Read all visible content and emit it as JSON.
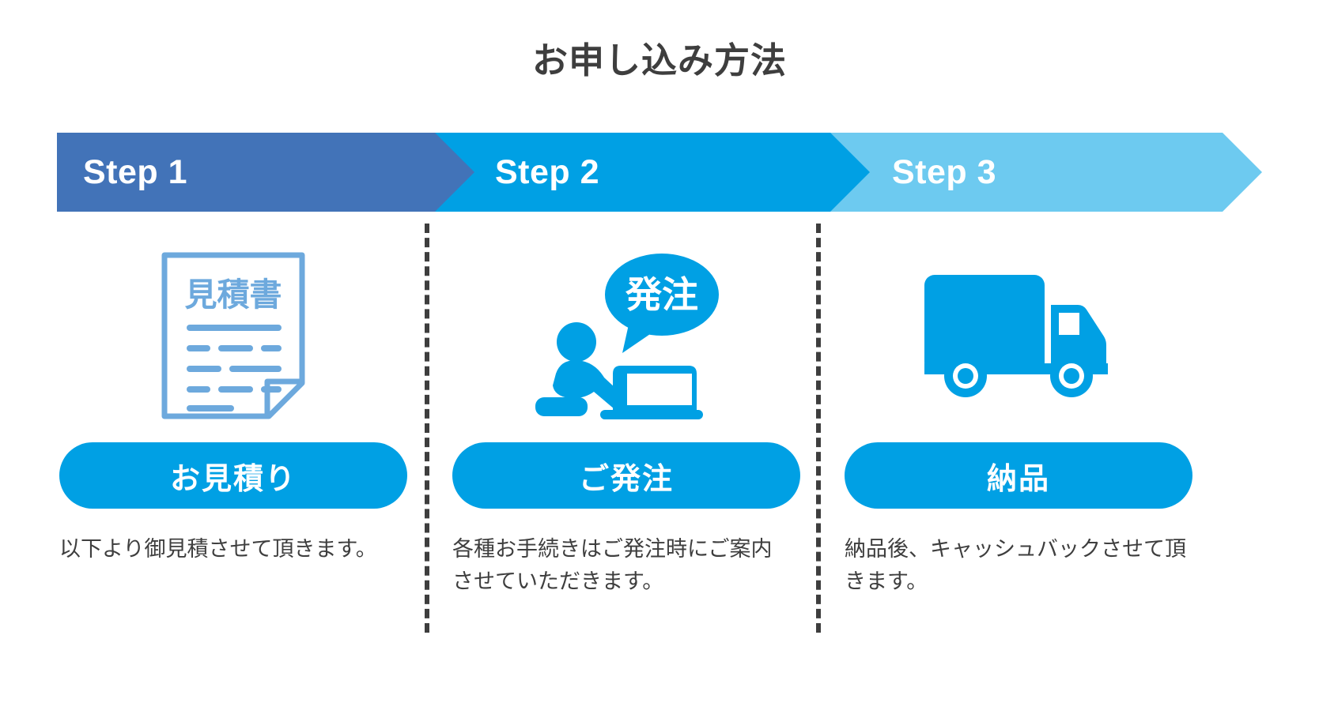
{
  "page": {
    "title": "お申し込み方法",
    "background": "#ffffff",
    "text_color": "#3e3e3e"
  },
  "colors": {
    "step1": "#4273b8",
    "step2": "#00a0e4",
    "step3": "#6dcaf0",
    "pill": "#00a0e4",
    "icon_blue": "#00a0e4",
    "doc_outline": "#6da9dd",
    "divider": "#3e3e3e"
  },
  "steps": [
    {
      "label": "Step 1",
      "color": "#4273b8",
      "icon_name": "quote-document-icon",
      "icon_text": "見積書",
      "pill_label": "お見積り",
      "caption": "以下より御見積させて頂きます。"
    },
    {
      "label": "Step 2",
      "color": "#00a0e4",
      "icon_name": "person-laptop-order-icon",
      "icon_text": "発注",
      "pill_label": "ご発注",
      "caption": "各種お手続きはご発注時にご案内させていただきます。"
    },
    {
      "label": "Step 3",
      "color": "#6dcaf0",
      "icon_name": "delivery-truck-icon",
      "icon_text": "",
      "pill_label": "納品",
      "caption": "納品後、キャッシュバックさせて頂きます。"
    }
  ]
}
